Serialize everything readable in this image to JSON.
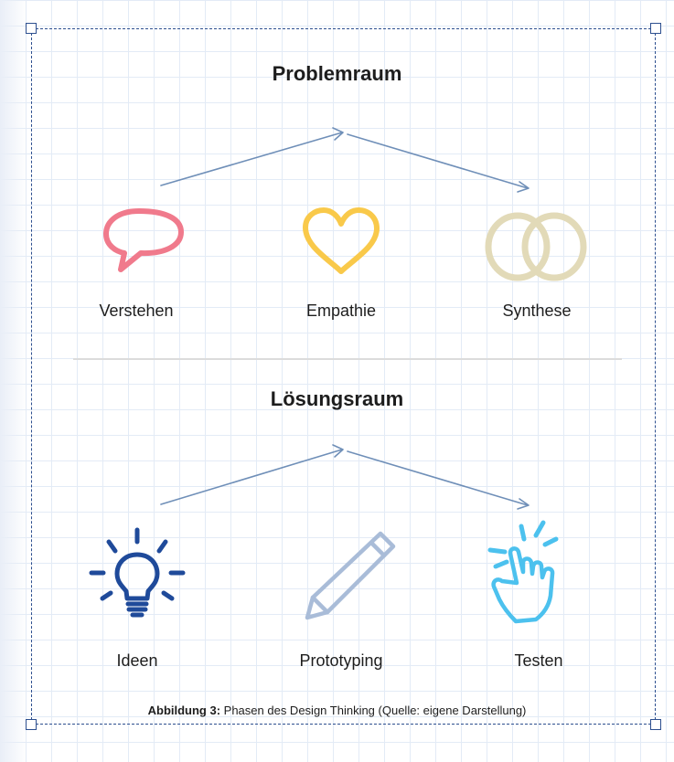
{
  "problem_space": {
    "title": "Problemraum",
    "phases": [
      {
        "label": "Verstehen",
        "icon": "speech-bubble-icon",
        "color": "#f07a8c"
      },
      {
        "label": "Empathie",
        "icon": "heart-icon",
        "color": "#f9c94a"
      },
      {
        "label": "Synthese",
        "icon": "interlocked-rings-icon",
        "color": "#e2dab8"
      }
    ]
  },
  "solution_space": {
    "title": "Lösungsraum",
    "phases": [
      {
        "label": "Ideen",
        "icon": "lightbulb-icon",
        "color": "#1f4a9a"
      },
      {
        "label": "Prototyping",
        "icon": "pencil-icon",
        "color": "#a9bcd8"
      },
      {
        "label": "Testen",
        "icon": "tapping-hand-icon",
        "color": "#4cc1ee"
      }
    ]
  },
  "caption": {
    "figure_label": "Abbildung 3:",
    "text": " Phasen des Design Thinking (Quelle: eigene Darstellung)"
  },
  "colors": {
    "frame": "#2d4f8f",
    "arrows": "#6f8fb8",
    "grid": "#e3ebf6"
  }
}
